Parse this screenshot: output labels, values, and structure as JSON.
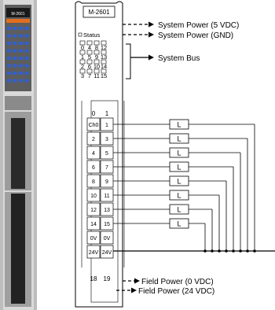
{
  "module": {
    "model_label": "M-2601",
    "status_label": "Status",
    "photo_label": "M-2601"
  },
  "led_matrix": [
    [
      "0",
      "4",
      "8",
      "12"
    ],
    [
      "1",
      "5",
      "9",
      "13"
    ],
    [
      "2",
      "6",
      "10",
      "14"
    ],
    [
      "3",
      "7",
      "11",
      "15"
    ]
  ],
  "terminal_header": [
    "0",
    "1"
  ],
  "terminals": [
    [
      "Ch0",
      "1"
    ],
    [
      "2",
      "3"
    ],
    [
      "4",
      "5"
    ],
    [
      "6",
      "7"
    ],
    [
      "8",
      "9"
    ],
    [
      "10",
      "11"
    ],
    [
      "12",
      "13"
    ],
    [
      "14",
      "15"
    ],
    [
      "0V",
      "0V"
    ],
    [
      "24V",
      "24V"
    ]
  ],
  "terminal_footer": [
    "18",
    "19"
  ],
  "load_label": "L",
  "loads_count_hint": 8,
  "connections": {
    "system_power_5v": "System Power (5 VDC)",
    "system_power_gnd": "System Power (GND)",
    "system_bus": "System Bus",
    "field_power_0v": "Field Power (0 VDC)",
    "field_power_24v": "Field Power (24 VDC)"
  },
  "colors": {
    "line": "#000000",
    "photo_body": "#c8c8c8",
    "photo_connector": "#2a2a2a",
    "led_blue": "#2f5fd0",
    "label_orange": "#e07020"
  }
}
